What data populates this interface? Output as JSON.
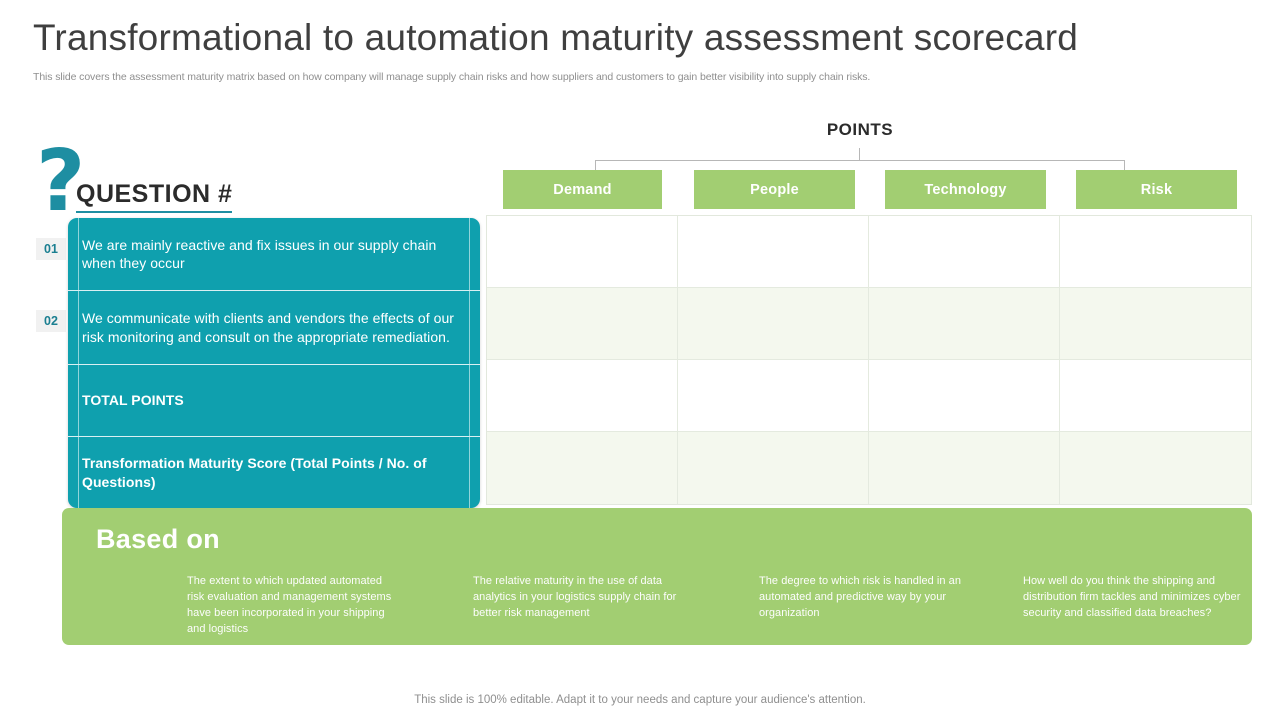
{
  "header": {
    "title": "Transformational to automation maturity assessment scorecard",
    "subtitle": "This slide covers the assessment maturity matrix based on how company will manage supply chain risks and how suppliers and customers to gain better visibility into supply chain risks."
  },
  "points": {
    "label": "POINTS",
    "columns": [
      "Demand",
      "People",
      "Technology",
      "Risk"
    ]
  },
  "question_section": {
    "heading": "QUESTION  #",
    "numbers": [
      "01",
      "02"
    ],
    "rows": [
      {
        "text": "We are mainly reactive and fix issues in our supply chain when they occur",
        "bold": false
      },
      {
        "text": "We communicate with clients and vendors the effects of our risk monitoring and consult on the appropriate remediation.",
        "bold": false
      },
      {
        "text": "TOTAL POINTS",
        "bold": true
      },
      {
        "text": "Transformation Maturity Score (Total Points / No. of Questions)",
        "bold": true
      }
    ]
  },
  "grid": {
    "rows": 4,
    "columns": 4,
    "cells": [
      [
        "",
        "",
        "",
        ""
      ],
      [
        "",
        "",
        "",
        ""
      ],
      [
        "",
        "",
        "",
        ""
      ],
      [
        "",
        "",
        "",
        ""
      ]
    ]
  },
  "based_on": {
    "title": "Based on",
    "items": [
      "The extent to which updated automated risk evaluation and management systems have been incorporated in your shipping and logistics",
      "The relative maturity in the use of data analytics in your logistics supply chain for better risk management",
      "The degree to which risk is handled in an automated and predictive way by your organization",
      "How well do you think the shipping and distribution firm tackles and minimizes cyber security and classified data breaches?"
    ]
  },
  "footer": {
    "note": "This slide is 100% editable. Adapt it to your needs and capture your audience's attention."
  },
  "colors": {
    "teal": "#0fa0ae",
    "teal_dark": "#1e8ea2",
    "green": "#a2ce72",
    "shade": "#f4f8ee",
    "title_gray": "#3f3f3f",
    "muted_gray": "#8f8f8f"
  }
}
